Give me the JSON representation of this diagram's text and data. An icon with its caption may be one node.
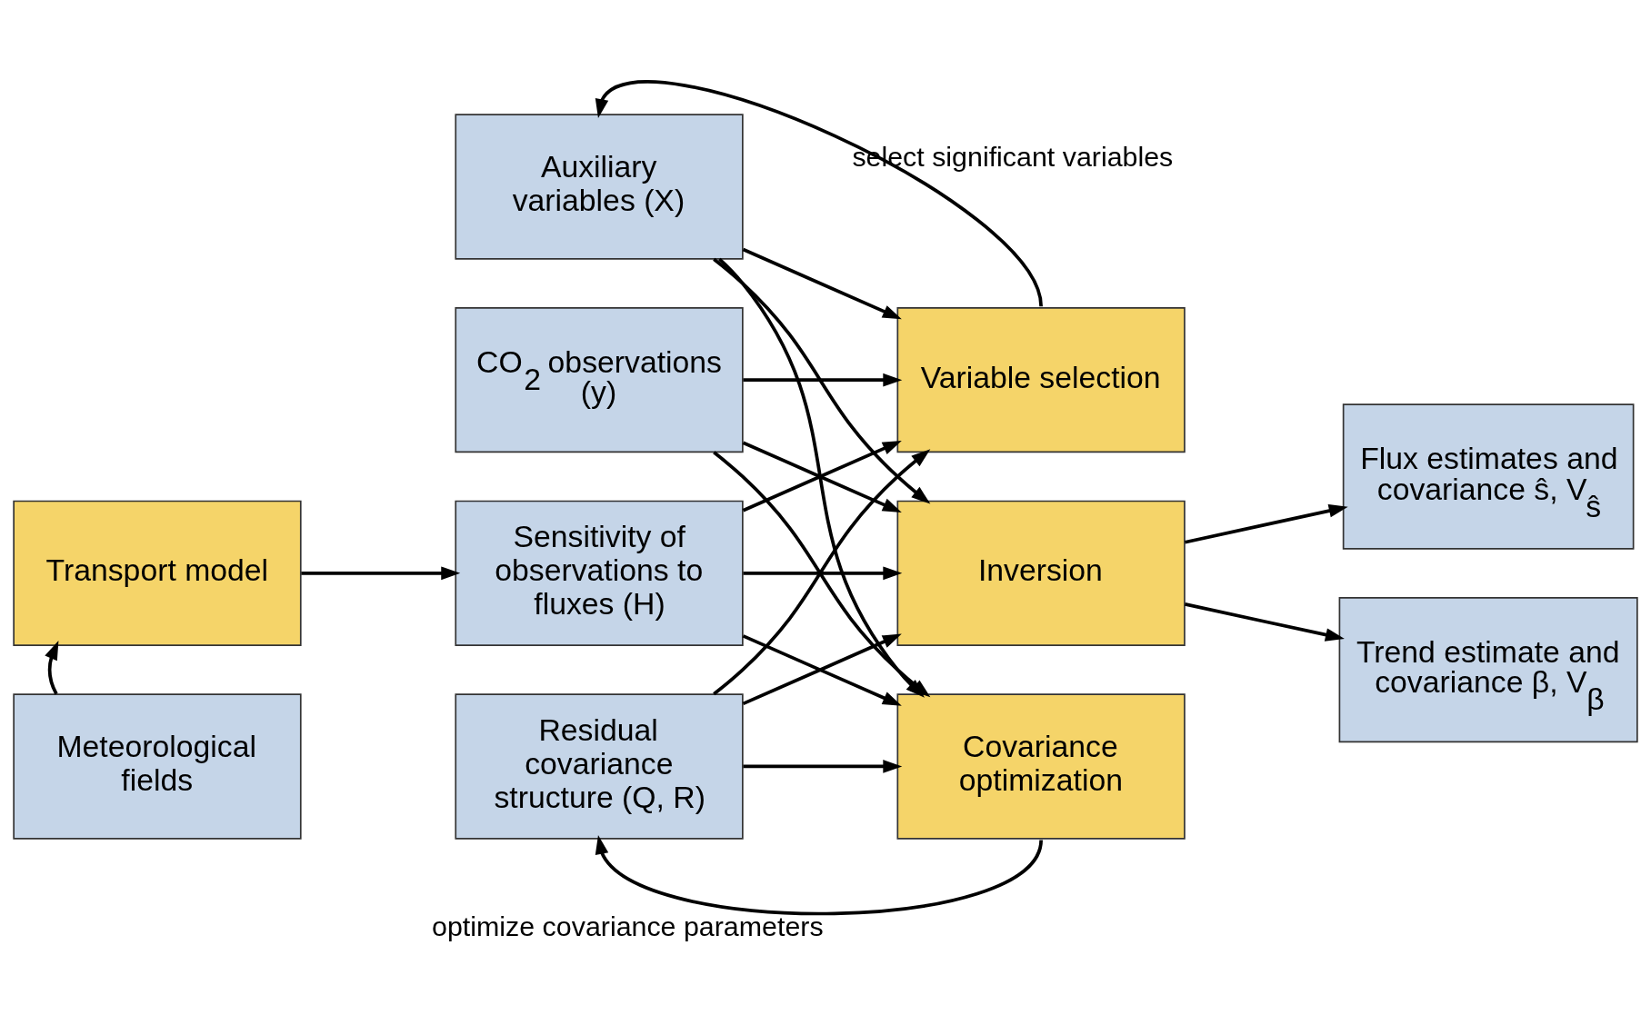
{
  "diagram": {
    "nodes": [
      {
        "text": [
          "Auxiliary variables (X)"
        ]
      },
      {
        "text": [
          "CO$_{2}$ observations (y)"
        ]
      },
      {
        "text": [
          "Sensitivity of observations to fluxes (H)"
        ]
      },
      {
        "text": [
          "Residual covariance structure (Q, R)"
        ]
      },
      {
        "text": [
          "Transport model"
        ]
      },
      {
        "text": [
          "Meteorological fields"
        ]
      },
      {
        "text": [
          "Variable selection"
        ]
      },
      {
        "text": [
          "Inversion"
        ]
      },
      {
        "text": [
          "Covariance optimization"
        ]
      },
      {
        "text": [
          "Flux estimates and covariance ŝ, V$_{ŝ}$"
        ]
      },
      {
        "text": [
          "Trend estimate and covariance β, V$_{β}$"
        ]
      }
    ],
    "edges": [
      {
        "from": 6,
        "to": 0,
        "arrow": "to",
        "label": "select significant variables"
      },
      {
        "from": 0,
        "to": 6,
        "arrow": "to"
      },
      {
        "from": 0,
        "to": 7,
        "arrow": "to"
      },
      {
        "from": 0,
        "to": 8,
        "arrow": "to"
      },
      {
        "from": 1,
        "to": 6,
        "arrow": "to"
      },
      {
        "from": 1,
        "to": 7,
        "arrow": "to"
      },
      {
        "from": 1,
        "to": 8,
        "arrow": "to"
      },
      {
        "from": 4,
        "to": 2,
        "arrow": "to"
      },
      {
        "from": 2,
        "to": 6,
        "arrow": "to"
      },
      {
        "from": 2,
        "to": 7,
        "arrow": "to"
      },
      {
        "from": 2,
        "to": 8,
        "arrow": "to"
      },
      {
        "from": 5,
        "to": 4,
        "arrow": "to"
      },
      {
        "from": 3,
        "to": 6,
        "arrow": "to"
      },
      {
        "from": 3,
        "to": 7,
        "arrow": "to"
      },
      {
        "from": 3,
        "to": 8,
        "arrow": "to"
      },
      {
        "from": 7,
        "to": 9,
        "arrow": "to"
      },
      {
        "from": 7,
        "to": 10,
        "arrow": "to"
      },
      {
        "from": 8,
        "to": 3,
        "arrow": "to",
        "label": "optimize covariance parameters"
      }
    ]
  }
}
